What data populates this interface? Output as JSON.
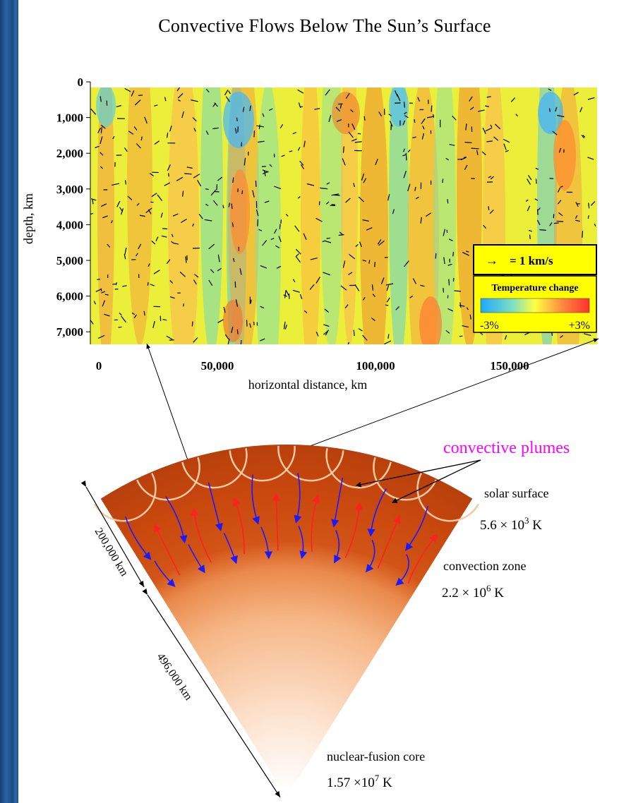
{
  "figure": {
    "title": "Convective Flows Below The Sun’s Surface"
  },
  "upper_plot": {
    "y_axis_label": "depth, km",
    "y_ticks": [
      "0",
      "1,000",
      "2,000",
      "3,000",
      "4,000",
      "5,000",
      "6,000",
      "7,000"
    ],
    "x_axis_label": "horizontal distance, km",
    "x_ticks": [
      "0",
      "50,000",
      "100,000",
      "150,000"
    ],
    "legend": {
      "arrow_symbol": "→",
      "arrow_label": "= 1 km/s",
      "colorbar_title": "Temperature change",
      "colorbar_min": "-3%",
      "colorbar_max": "+3%",
      "colors": [
        "#1fa8ff",
        "#7fe0c0",
        "#ffff40",
        "#ff8a40",
        "#ff3030"
      ]
    }
  },
  "lower_diagram": {
    "plumes_label": "convective plumes",
    "plumes_label_color": "#ff00ff",
    "surface": {
      "label": "solar surface",
      "temp_base": "5.6 × 10",
      "temp_exp": "3",
      "temp_unit": " K"
    },
    "convection_zone": {
      "label": "convection zone",
      "temp_base": "2.2 × 10",
      "temp_exp": "6",
      "temp_unit": " K"
    },
    "core": {
      "label": "nuclear-fusion core",
      "temp_base": "1.57 ×10",
      "temp_exp": "7",
      "temp_unit": " K"
    },
    "outer_depth": "200,000 km",
    "inner_depth": "496,000 km"
  }
}
